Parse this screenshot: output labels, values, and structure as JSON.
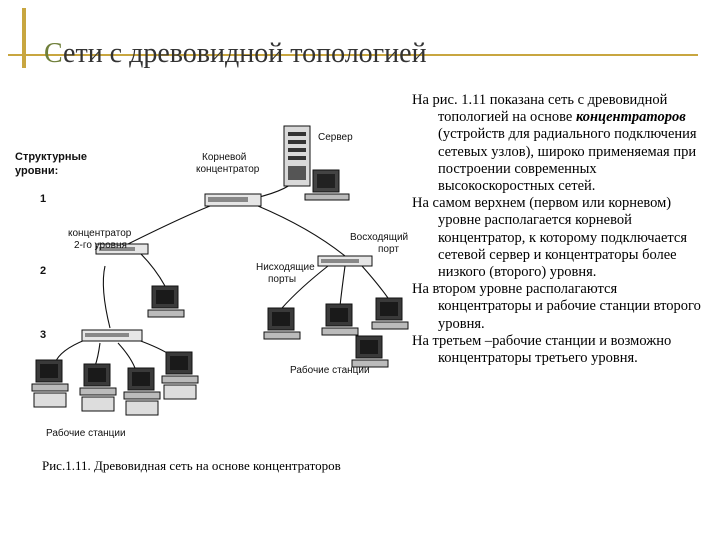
{
  "title": "Сети с древовидной топологией",
  "diagram": {
    "levels_title_line1": "Структурные",
    "levels_title_line2": "уровни:",
    "levels": [
      "1",
      "2",
      "3"
    ],
    "labels": {
      "server": "Сервер",
      "root_hub_line1": "Корневой",
      "root_hub_line2": "концентратор",
      "uplink_line1": "Восходящий",
      "uplink_line2": "порт",
      "hub2_line1": "концентратор",
      "hub2_line2": "2-го уровня",
      "downlink_line1": "Нисходящие",
      "downlink_line2": "порты",
      "workstations_mid": "Рабочие станции",
      "workstations_bottom": "Рабочие станции"
    }
  },
  "caption": "Рис.1.11. Древовидная сеть на основе концентраторов",
  "paragraphs": [
    {
      "before": "На рис. 1.11 показана сеть с древовидной топологией на основе ",
      "emphasis": "концентраторов",
      "after": " (устройств для радиального подключения сетевых узлов), широко применяемая при построении современных высокоскоростных сетей."
    },
    {
      "before": "На самом верхнем (первом или корневом) уровне располагается корневой концентратор, к которому подключается сетевой сервер и концентраторы более низкого (второго) уровня.",
      "emphasis": "",
      "after": ""
    },
    {
      "before": "На втором уровне располагаются концентраторы и рабочие станции второго уровня.",
      "emphasis": "",
      "after": ""
    },
    {
      "before": "На третьем –рабочие станции и возможно концентраторы третьего уровня.",
      "emphasis": "",
      "after": ""
    }
  ]
}
